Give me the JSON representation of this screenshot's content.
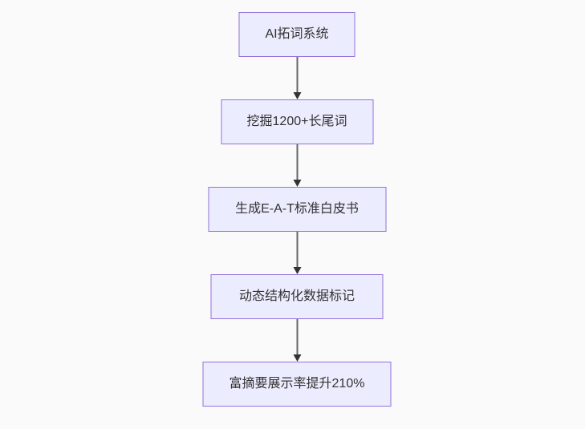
{
  "diagram": {
    "type": "flowchart",
    "direction": "top-down",
    "nodes": [
      {
        "id": "n0",
        "label": "AI拓词系统"
      },
      {
        "id": "n1",
        "label": "挖掘1200+长尾词"
      },
      {
        "id": "n2",
        "label": "生成E-A-T标准白皮书"
      },
      {
        "id": "n3",
        "label": "动态结构化数据标记"
      },
      {
        "id": "n4",
        "label": "富摘要展示率提升210%"
      }
    ],
    "edges": [
      {
        "from": "n0",
        "to": "n1",
        "arrow": "down"
      },
      {
        "from": "n1",
        "to": "n2",
        "arrow": "down"
      },
      {
        "from": "n2",
        "to": "n3",
        "arrow": "down"
      },
      {
        "from": "n3",
        "to": "n4",
        "arrow": "down"
      }
    ]
  },
  "theme": {
    "node_fill": "#ECECFF",
    "node_border": "#9370DB",
    "edge_line": "#666666",
    "edge_head": "#333333",
    "text_color": "#333333",
    "page_bg": "#FAFAFA"
  }
}
